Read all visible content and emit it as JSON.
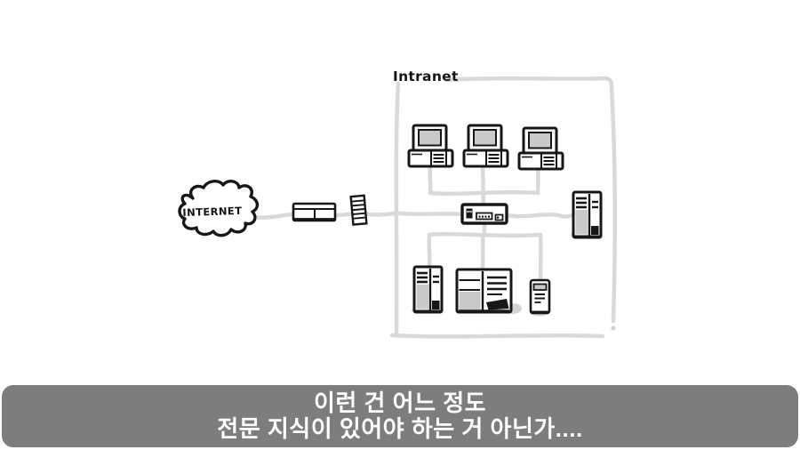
{
  "colors": {
    "background": "#ffffff",
    "ink": "#171717",
    "line_gray": "#d9d9d9",
    "device_fill_gray": "#c9c9c9",
    "subtitle_bar": "#7d7d7d",
    "subtitle_text": "#ffffff"
  },
  "diagram": {
    "internet_label": "INTERNET",
    "intranet_label": "Intranet",
    "nodes": [
      {
        "name": "internet-cloud-icon",
        "type": "cloud",
        "label": "INTERNET"
      },
      {
        "name": "modem-icon",
        "type": "modem-router"
      },
      {
        "name": "firewall-icon",
        "type": "firewall-panel"
      },
      {
        "name": "workstation-icons",
        "type": "desktop-pc",
        "count": 3
      },
      {
        "name": "switch-icon",
        "type": "network-switch"
      },
      {
        "name": "server-right-icon",
        "type": "server-tower"
      },
      {
        "name": "server-bottom-icon",
        "type": "server-tower"
      },
      {
        "name": "server-rack-icon",
        "type": "server-rack"
      },
      {
        "name": "small-tower-icon",
        "type": "small-tower"
      }
    ]
  },
  "subtitle": {
    "line1": "이런 건 어느 정도",
    "line2": "전문 지식이 있어야 하는 거 아닌가...."
  }
}
